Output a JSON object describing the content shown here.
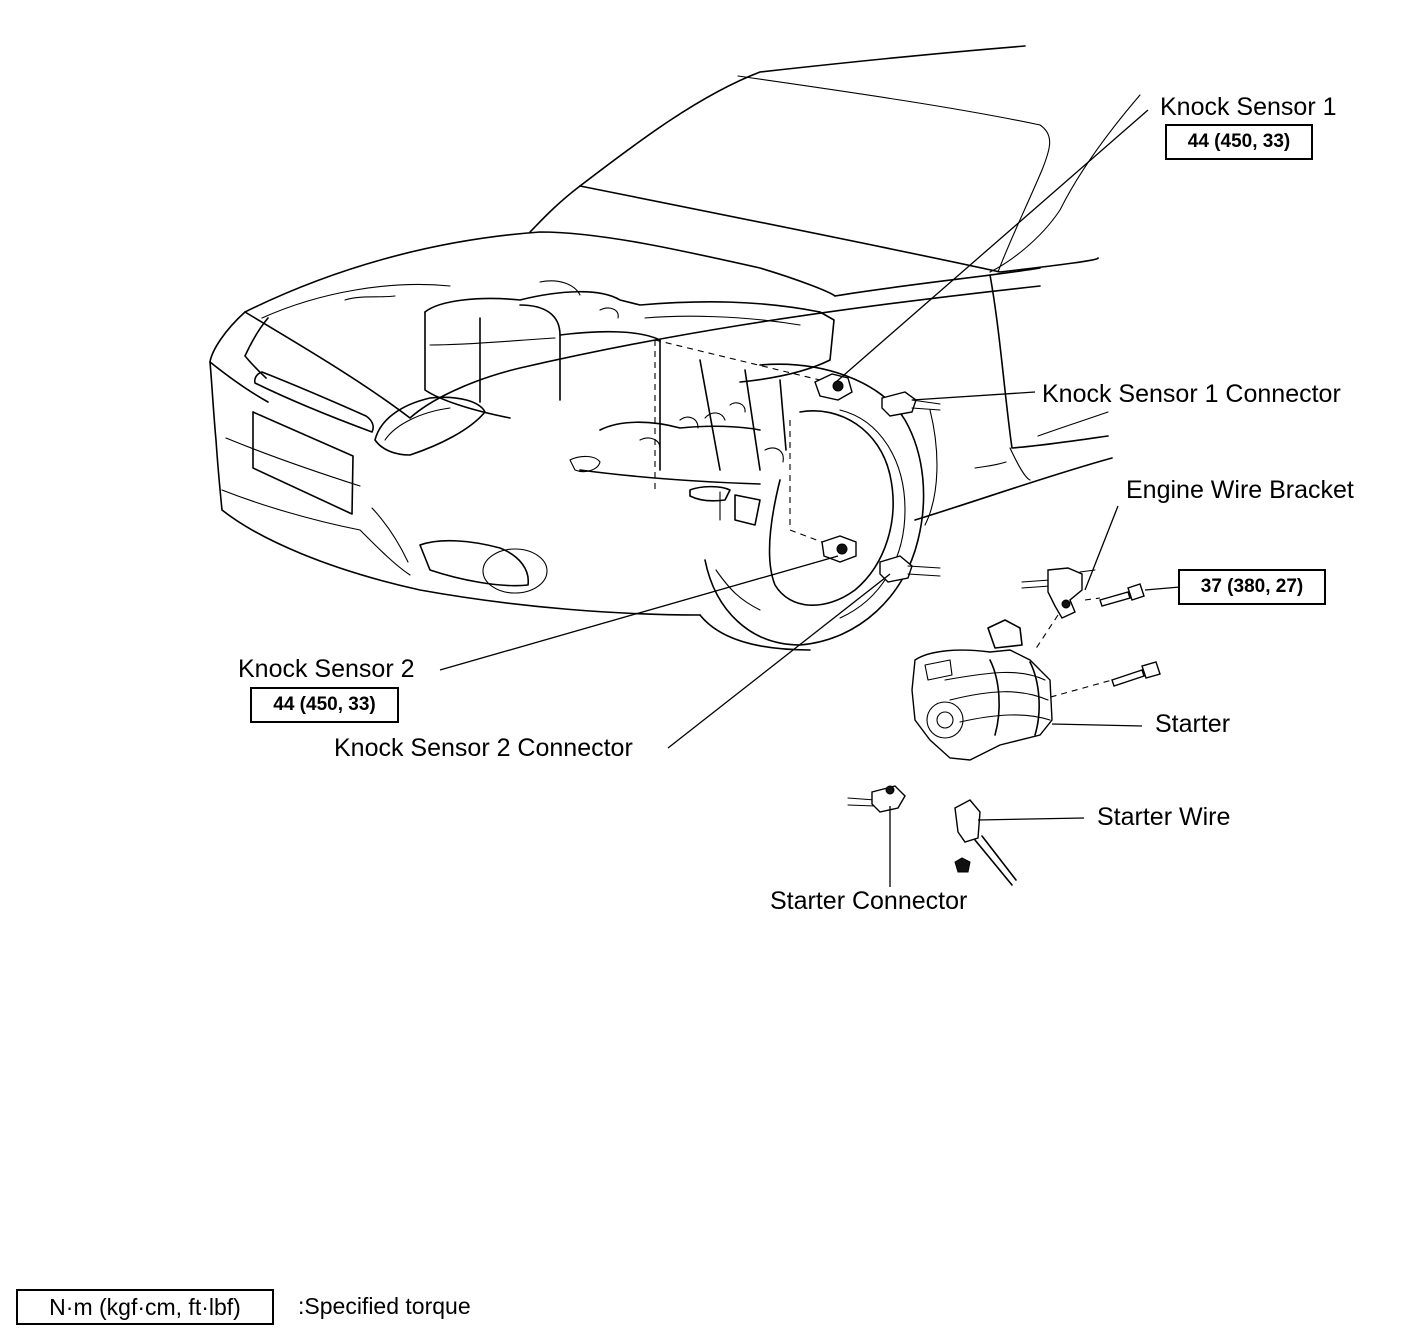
{
  "labels": {
    "knock_sensor_1": "Knock Sensor 1",
    "knock_sensor_1_torque": "44 (450, 33)",
    "knock_sensor_1_connector": "Knock Sensor 1 Connector",
    "engine_wire_bracket": "Engine Wire Bracket",
    "bracket_bolt_torque": "37 (380, 27)",
    "starter": "Starter",
    "starter_wire": "Starter Wire",
    "starter_connector": "Starter Connector",
    "knock_sensor_2": "Knock Sensor 2",
    "knock_sensor_2_torque": "44 (450, 33)",
    "knock_sensor_2_connector": "Knock Sensor 2 Connector"
  },
  "legend": {
    "unit_box": "N·m (kgf·cm, ft·lbf)",
    "description": ":Specified torque"
  }
}
